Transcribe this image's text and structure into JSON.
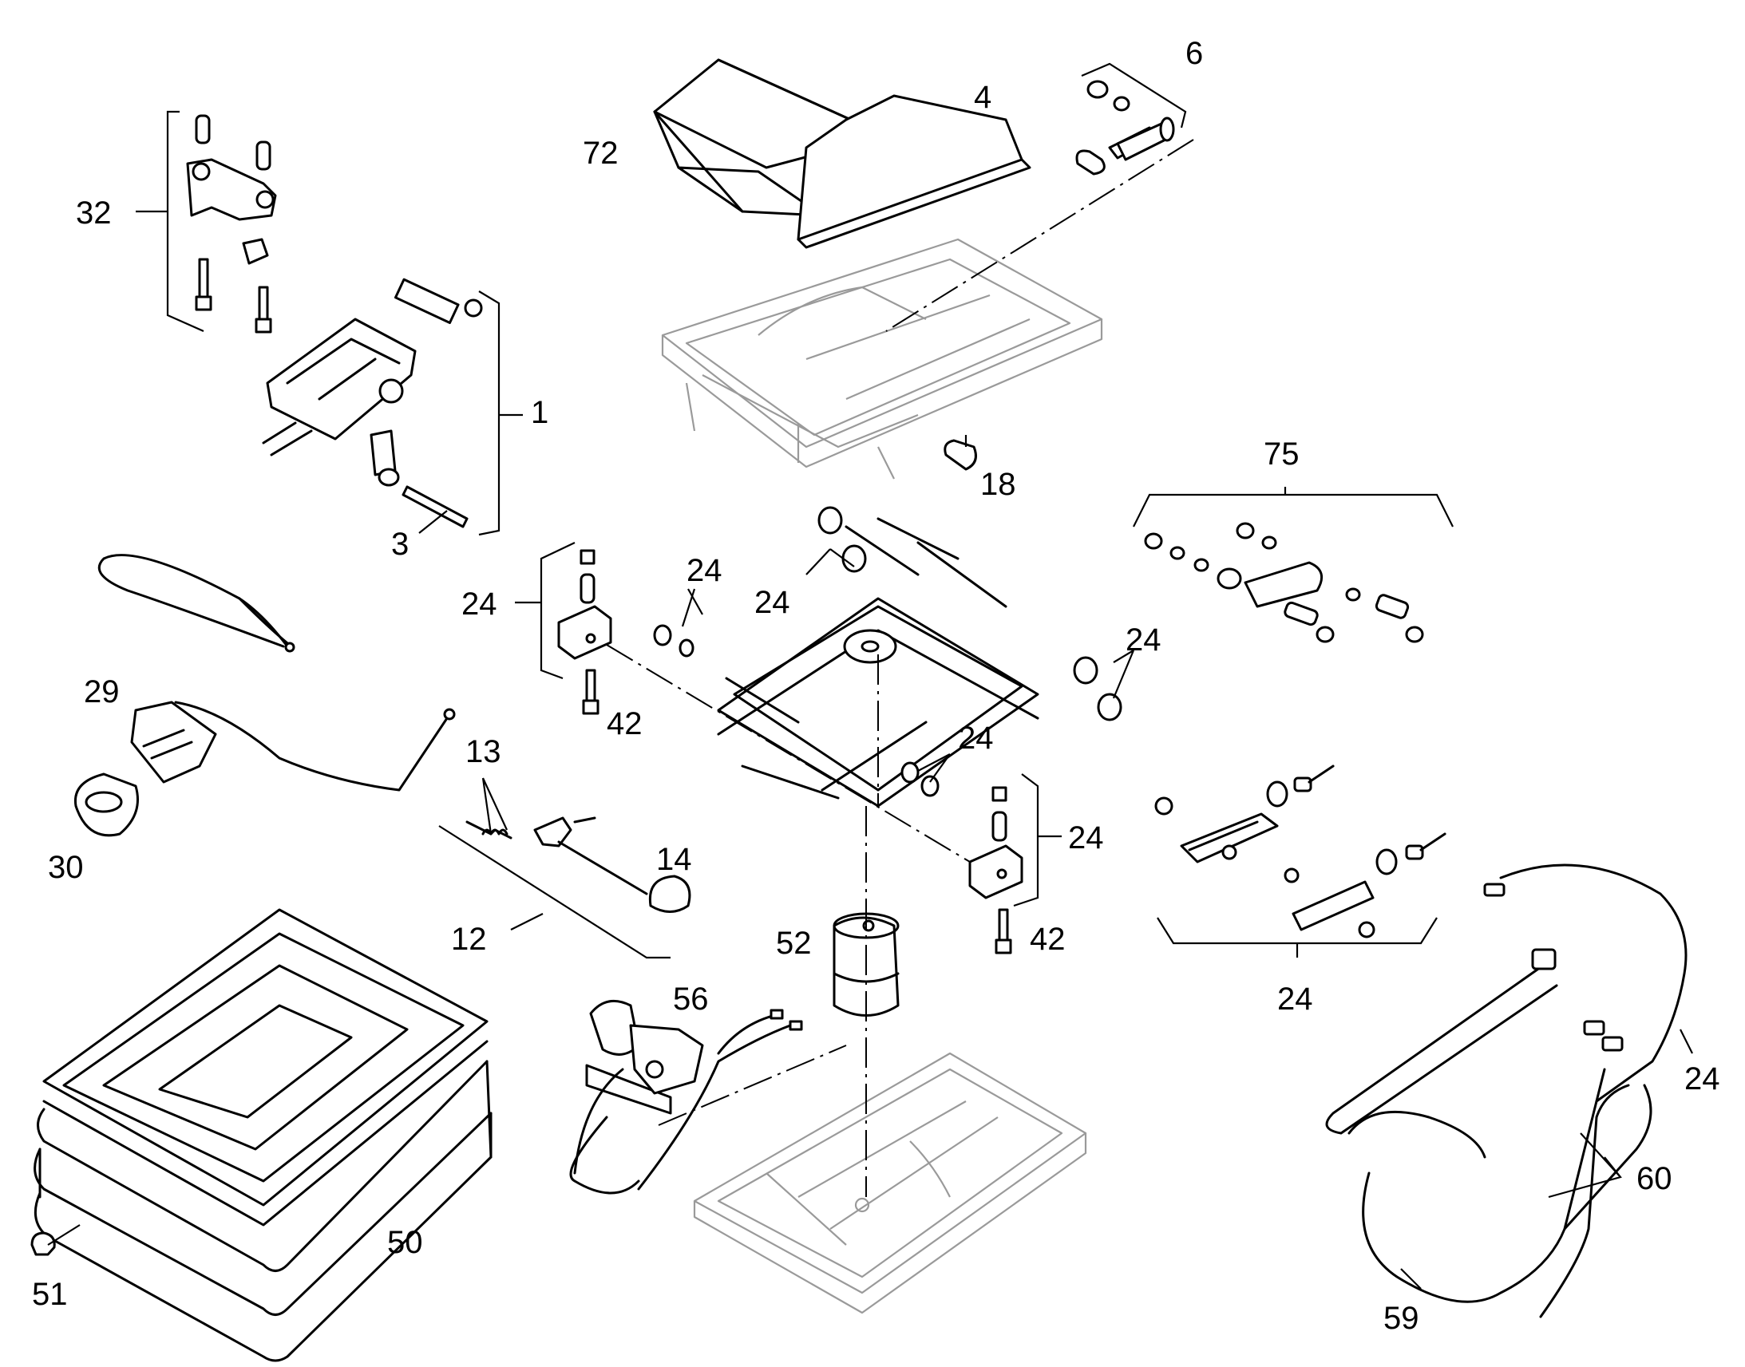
{
  "callouts": {
    "c1": "1",
    "c3": "3",
    "c4": "4",
    "c6": "6",
    "c12": "12",
    "c13": "13",
    "c14": "14",
    "c18": "18",
    "c24a": "24",
    "c24b": "24",
    "c24c": "24",
    "c24d": "24",
    "c24e": "24",
    "c24f": "24",
    "c24g": "24",
    "c24h": "24",
    "c29": "29",
    "c30": "30",
    "c32": "32",
    "c42a": "42",
    "c42b": "42",
    "c50": "50",
    "c51": "51",
    "c52": "52",
    "c56": "56",
    "c59": "59",
    "c60": "60",
    "c72": "72",
    "c75": "75"
  }
}
